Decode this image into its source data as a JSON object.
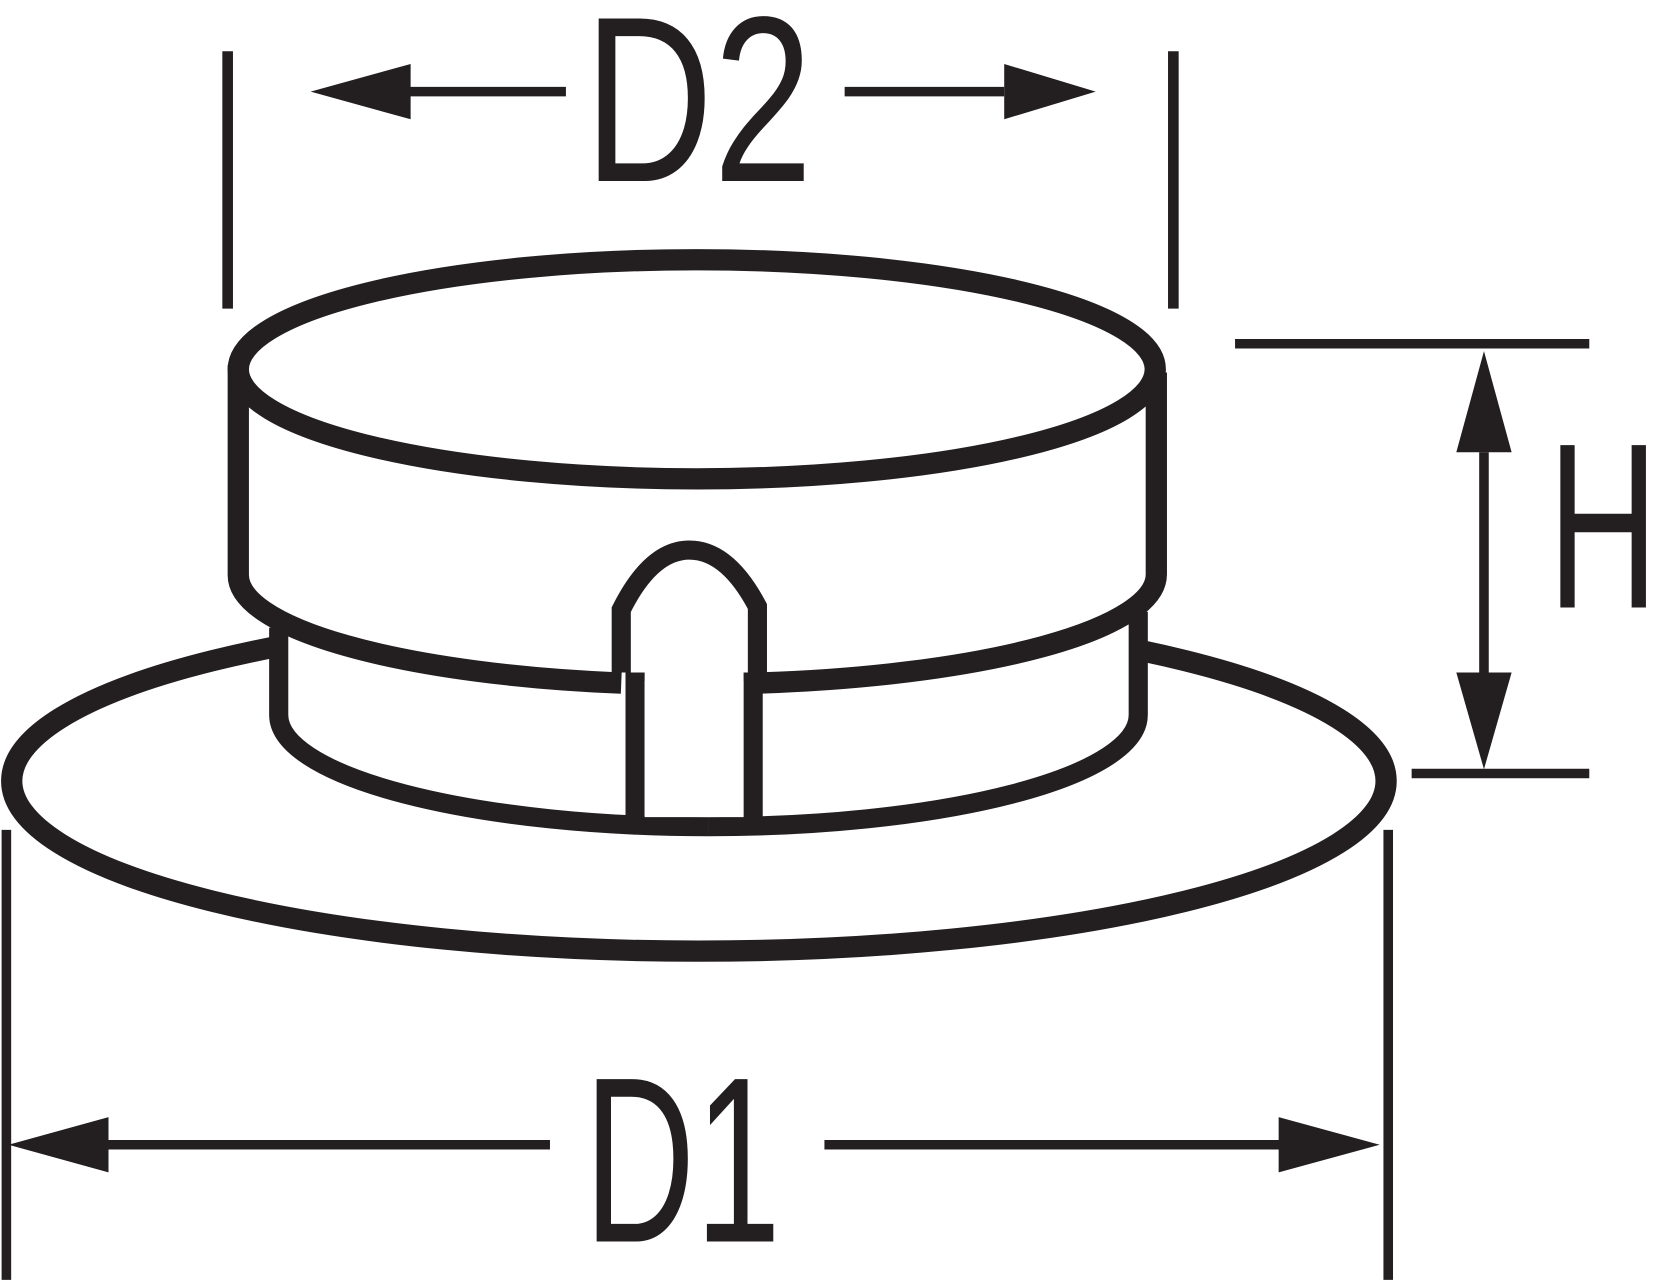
{
  "labels": {
    "top_diameter": "D2",
    "bottom_diameter": "D1",
    "height": "H"
  },
  "colors": {
    "line": "#231f20",
    "background": "#ffffff"
  }
}
